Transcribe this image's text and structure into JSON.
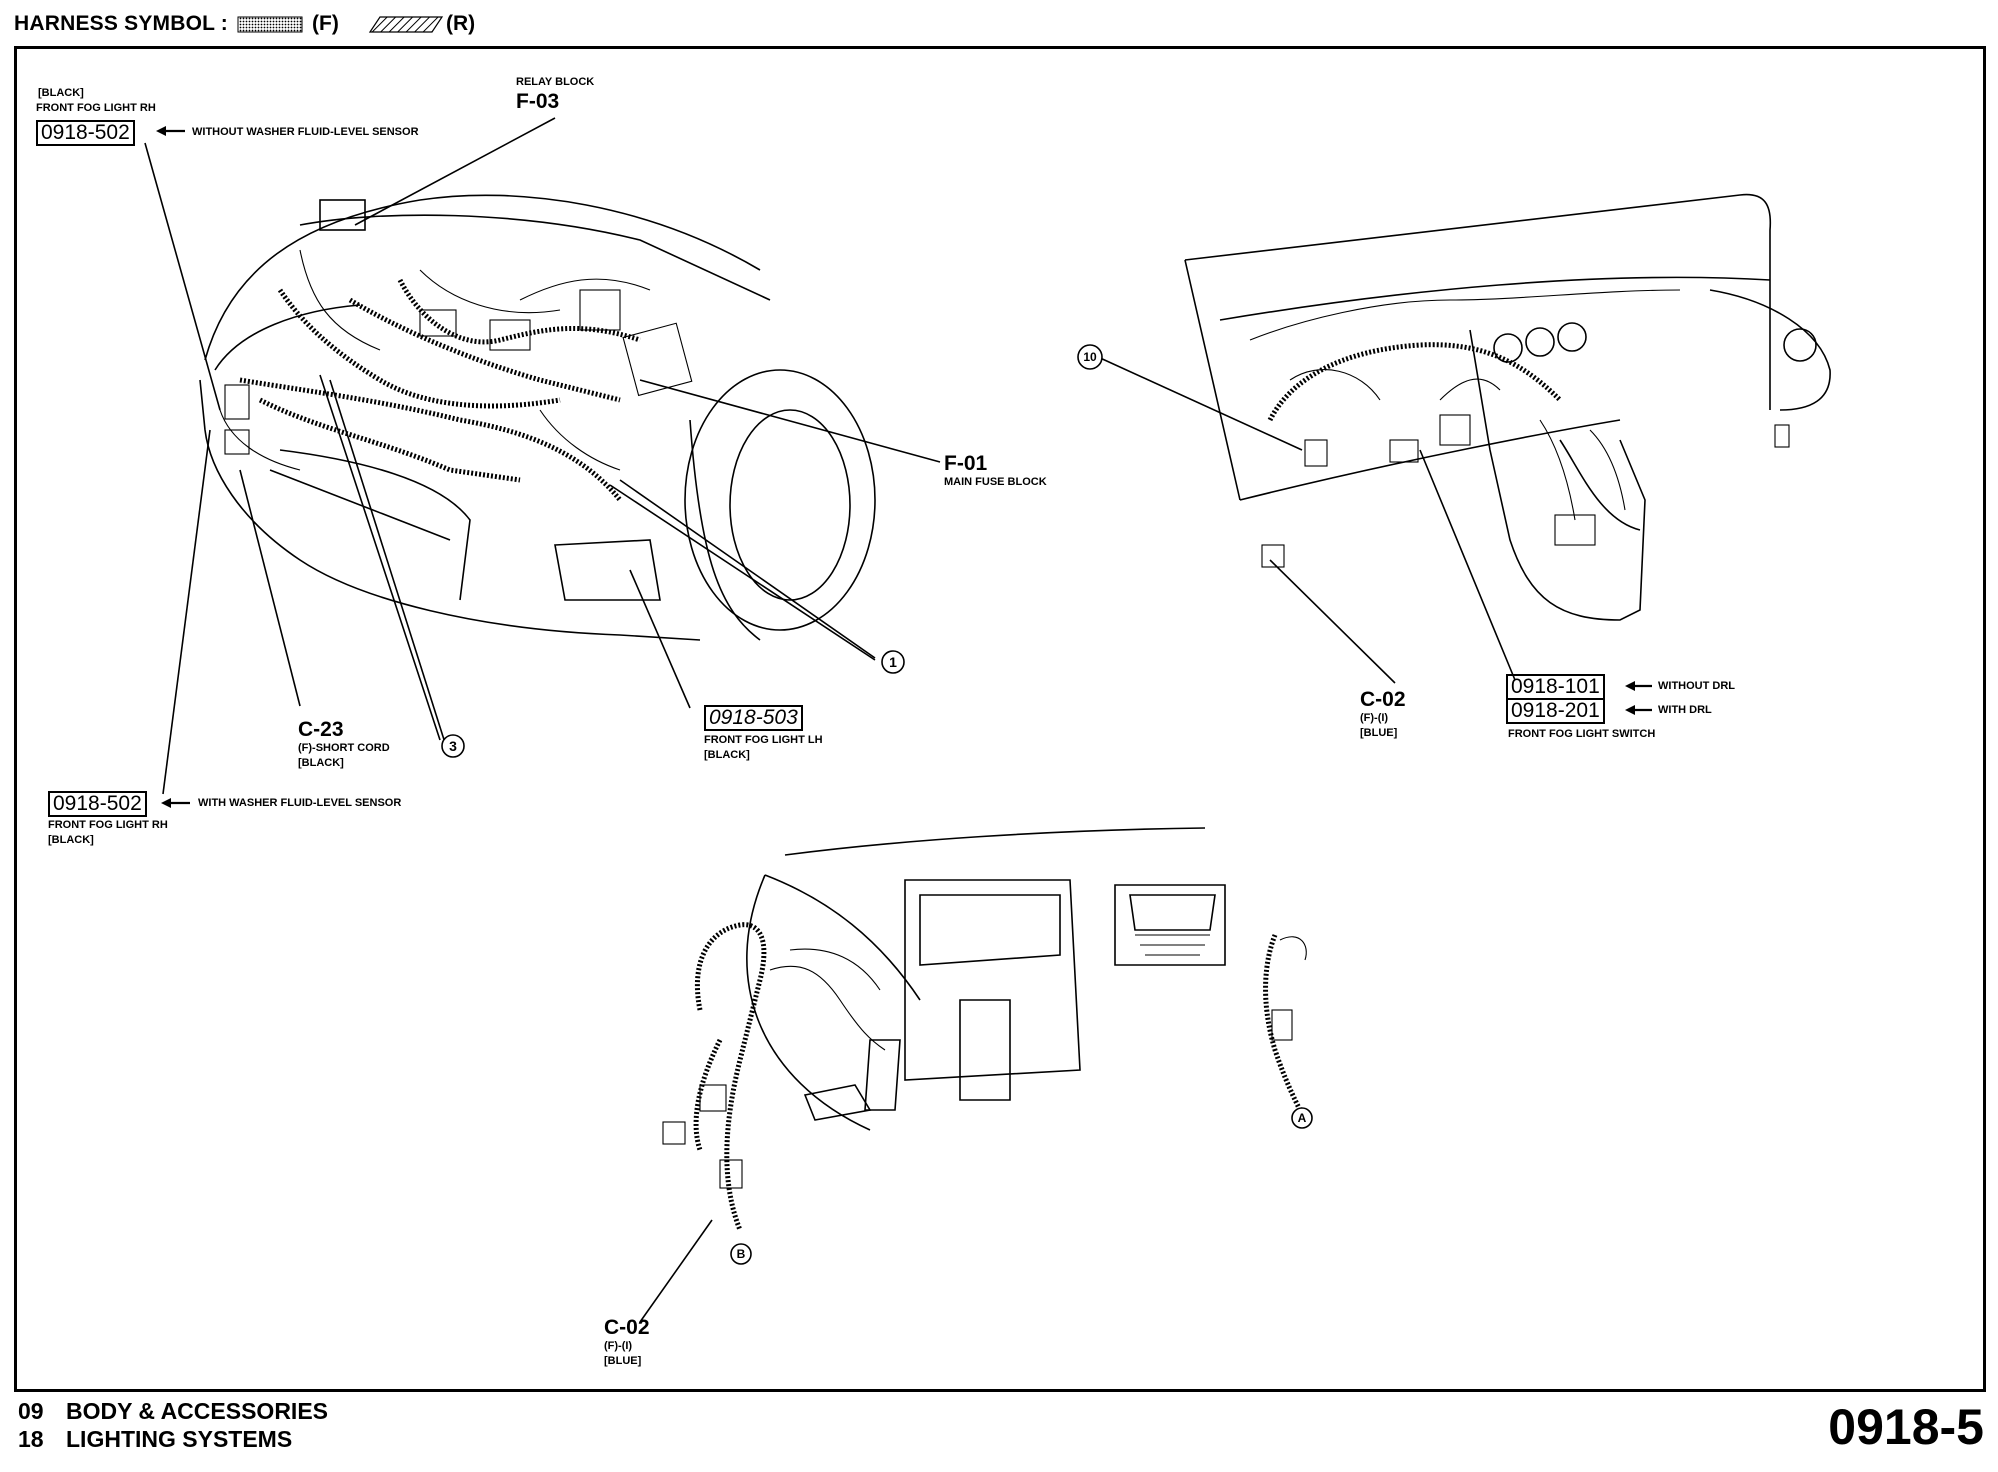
{
  "header": {
    "harness_symbol_label": "HARNESS SYMBOL :",
    "front_label": "(F)",
    "rear_label": "(R)"
  },
  "labels": {
    "fog_rh_top_color": "[BLACK]",
    "fog_rh_top_name": "FRONT FOG LIGHT RH",
    "fog_rh_top_code": "0918-502",
    "fog_rh_top_note": "WITHOUT WASHER FLUID-LEVEL SENSOR",
    "relay_block_name": "RELAY BLOCK",
    "relay_block_code": "F-03",
    "main_fuse_code": "F-01",
    "main_fuse_name": "MAIN FUSE BLOCK",
    "c23_code": "C-23",
    "c23_desc": "(F)-SHORT CORD",
    "c23_color": "[BLACK]",
    "fog_lh_code": "0918-503",
    "fog_lh_name": "FRONT FOG LIGHT LH",
    "fog_lh_color": "[BLACK]",
    "fog_rh_bot_code": "0918-502",
    "fog_rh_bot_note": "WITH WASHER FLUID-LEVEL SENSOR",
    "fog_rh_bot_name": "FRONT FOG LIGHT RH",
    "fog_rh_bot_color": "[BLACK]",
    "c02_right_code": "C-02",
    "c02_right_desc": "(F)-(I)",
    "c02_right_color": "[BLUE]",
    "switch_code_1": "0918-101",
    "switch_note_1": "WITHOUT DRL",
    "switch_code_2": "0918-201",
    "switch_note_2": "WITH DRL",
    "switch_name": "FRONT FOG LIGHT SWITCH",
    "c02_bottom_code": "C-02",
    "c02_bottom_desc": "(F)-(I)",
    "c02_bottom_color": "[BLUE]"
  },
  "callouts": {
    "c1": "1",
    "c3": "3",
    "c10": "10",
    "cA": "A",
    "cB": "B"
  },
  "footer": {
    "line1_num": "09",
    "line1_text": "BODY & ACCESSORIES",
    "line2_num": "18",
    "line2_text": "LIGHTING SYSTEMS",
    "page_number": "0918-5"
  }
}
